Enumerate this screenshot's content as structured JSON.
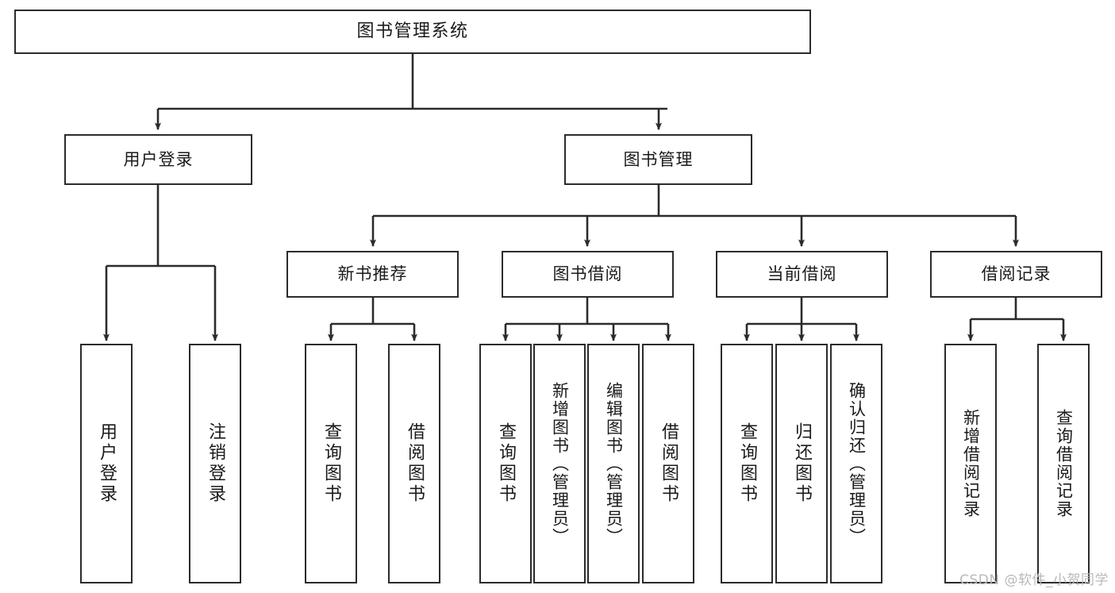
{
  "diagram": {
    "title": "图书管理系统",
    "type": "tree",
    "orientation": "top-down",
    "edge_style": "orthogonal-arrow",
    "colors": {
      "box_border": "#2b2b2b",
      "box_fill": "#ffffff",
      "edge": "#2b2b2b",
      "text": "#1a1a1a",
      "watermark": "#b9b9b9",
      "background": "#ffffff"
    }
  },
  "nodes": {
    "root": {
      "label": "图书管理系统",
      "level": 1,
      "orientation": "horizontal"
    },
    "user_login": {
      "label": "用户登录",
      "level": 2,
      "orientation": "horizontal"
    },
    "book_manage": {
      "label": "图书管理",
      "level": 2,
      "orientation": "horizontal"
    },
    "new_book_rec": {
      "label": "新书推荐",
      "level": 3,
      "orientation": "horizontal"
    },
    "book_borrow": {
      "label": "图书借阅",
      "level": 3,
      "orientation": "horizontal"
    },
    "current_borrow": {
      "label": "当前借阅",
      "level": 3,
      "orientation": "horizontal"
    },
    "borrow_record": {
      "label": "借阅记录",
      "level": 3,
      "orientation": "horizontal"
    },
    "leaf_user_login": {
      "label": "用户登录",
      "level": 4,
      "orientation": "vertical"
    },
    "leaf_logout": {
      "label": "注销登录",
      "level": 4,
      "orientation": "vertical"
    },
    "leaf_rec_query": {
      "label": "查询图书",
      "level": 4,
      "orientation": "vertical"
    },
    "leaf_rec_borrow": {
      "label": "借阅图书",
      "level": 4,
      "orientation": "vertical"
    },
    "leaf_borrow_query": {
      "label": "查询图书",
      "level": 4,
      "orientation": "vertical"
    },
    "leaf_borrow_add": {
      "label": "新增图书（管理员）",
      "level": 4,
      "orientation": "vertical"
    },
    "leaf_borrow_edit": {
      "label": "编辑图书（管理员）",
      "level": 4,
      "orientation": "vertical"
    },
    "leaf_borrow_do": {
      "label": "借阅图书",
      "level": 4,
      "orientation": "vertical"
    },
    "leaf_cur_query": {
      "label": "查询图书",
      "level": 4,
      "orientation": "vertical"
    },
    "leaf_cur_return": {
      "label": "归还图书",
      "level": 4,
      "orientation": "vertical"
    },
    "leaf_cur_confirm": {
      "label": "确认归还（管理员）",
      "level": 4,
      "orientation": "vertical"
    },
    "leaf_rec_add": {
      "label": "新增借阅记录",
      "level": 4,
      "orientation": "vertical"
    },
    "leaf_rec_search": {
      "label": "查询借阅记录",
      "level": 4,
      "orientation": "vertical"
    }
  },
  "tree": [
    {
      "id": "root",
      "label": "图书管理系统",
      "children": [
        {
          "id": "user_login",
          "label": "用户登录",
          "children": [
            {
              "id": "leaf_user_login",
              "label": "用户登录"
            },
            {
              "id": "leaf_logout",
              "label": "注销登录"
            }
          ]
        },
        {
          "id": "book_manage",
          "label": "图书管理",
          "children": [
            {
              "id": "new_book_rec",
              "label": "新书推荐",
              "children": [
                {
                  "id": "leaf_rec_query",
                  "label": "查询图书"
                },
                {
                  "id": "leaf_rec_borrow",
                  "label": "借阅图书"
                }
              ]
            },
            {
              "id": "book_borrow",
              "label": "图书借阅",
              "children": [
                {
                  "id": "leaf_borrow_query",
                  "label": "查询图书"
                },
                {
                  "id": "leaf_borrow_add",
                  "label": "新增图书（管理员）"
                },
                {
                  "id": "leaf_borrow_edit",
                  "label": "编辑图书（管理员）"
                },
                {
                  "id": "leaf_borrow_do",
                  "label": "借阅图书"
                }
              ]
            },
            {
              "id": "current_borrow",
              "label": "当前借阅",
              "children": [
                {
                  "id": "leaf_cur_query",
                  "label": "查询图书"
                },
                {
                  "id": "leaf_cur_return",
                  "label": "归还图书"
                },
                {
                  "id": "leaf_cur_confirm",
                  "label": "确认归还（管理员）"
                }
              ]
            },
            {
              "id": "borrow_record",
              "label": "借阅记录",
              "children": [
                {
                  "id": "leaf_rec_add",
                  "label": "新增借阅记录"
                },
                {
                  "id": "leaf_rec_search",
                  "label": "查询借阅记录"
                }
              ]
            }
          ]
        }
      ]
    }
  ],
  "watermark": {
    "text": "CSDN @软件_小贺同学"
  }
}
